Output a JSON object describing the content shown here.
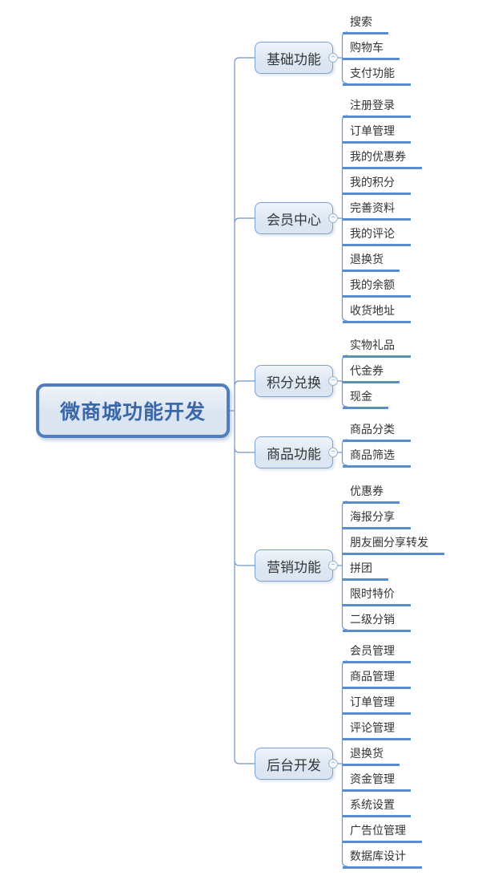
{
  "mindmap": {
    "root": {
      "label": "微商城功能开发"
    },
    "branches": [
      {
        "label": "基础功能",
        "children": [
          "搜索",
          "购物车",
          "支付功能"
        ]
      },
      {
        "label": "会员中心",
        "children": [
          "注册登录",
          "订单管理",
          "我的优惠券",
          "我的积分",
          "完善资料",
          "我的评论",
          "退换货",
          "我的余额",
          "收货地址"
        ]
      },
      {
        "label": "积分兑换",
        "children": [
          "实物礼品",
          "代金券",
          "现金"
        ]
      },
      {
        "label": "商品功能",
        "children": [
          "商品分类",
          "商品筛选"
        ]
      },
      {
        "label": "营销功能",
        "children": [
          "优惠券",
          "海报分享",
          "朋友圈分享转发",
          "拼团",
          "限时特价",
          "二级分销"
        ]
      },
      {
        "label": "后台开发",
        "children": [
          "会员管理",
          "商品管理",
          "订单管理",
          "评论管理",
          "退换货",
          "资金管理",
          "系统设置",
          "广告位管理",
          "数据库设计"
        ]
      }
    ],
    "toggle_glyph": "−"
  },
  "colors": {
    "background": "#ffffff",
    "connector_line": "#7095c8",
    "leaf_underline": "#5b8ccd",
    "branch_border": "#7ba3d4",
    "branch_fill": "#dce6f2",
    "branch_text": "#363636",
    "leaf_text": "#333333",
    "root_border": "#4e7fbc",
    "root_fill": "#dbe5f1",
    "root_text": "#3a67a8",
    "toggle_border": "#9db4d4",
    "toggle_fill": "#f8fbfe",
    "toggle_glyph_color": "#8aa6c8"
  }
}
